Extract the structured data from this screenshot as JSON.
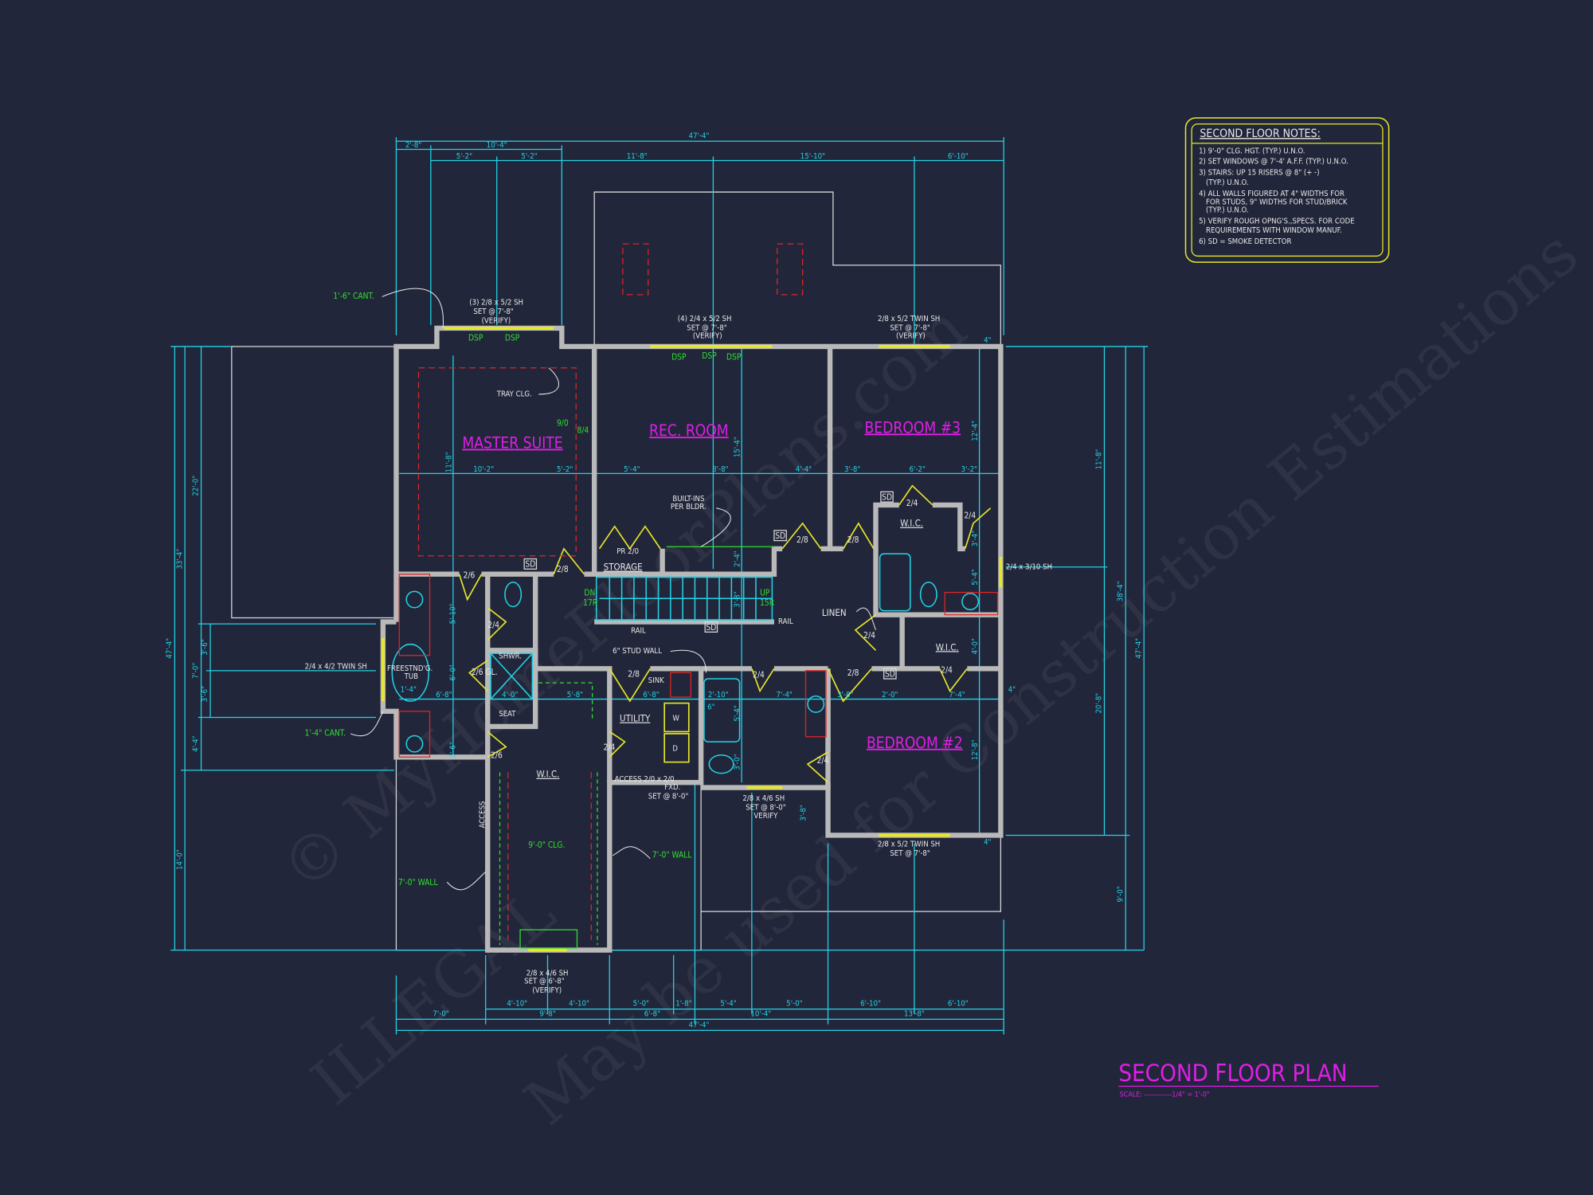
{
  "title": {
    "text": "SECOND FLOOR PLAN",
    "scale": "SCALE: ------------1/4\" = 1'-0\""
  },
  "notes": {
    "title": "SECOND FLOOR NOTES:",
    "lines": [
      "1) 9'-0\"  CLG. HGT. (TYP.) U.N.O.",
      "2) SET WINDOWS @ 7'-4' A.F.F. (TYP.) U.N.O.",
      "3) STAIRS: UP 15 RISERS @ 8\" (+ -)",
      "(TYP.) U.N.O.",
      "4) ALL WALLS FIGURED AT 4\" WIDTHS FOR",
      "FOR STUDS, 9\" WIDTHS FOR STUD/BRICK",
      "(TYP.) U.N.O.",
      "5) VERIFY ROUGH OPNG'S.,SPECS. FOR CODE",
      "REQUIREMENTS WITH WINDOW MANUF.",
      "6) SD = SMOKE DETECTOR"
    ]
  },
  "rooms": {
    "master_suite": "MASTER SUITE",
    "rec_room": "REC. ROOM",
    "bedroom3": "BEDROOM #3",
    "bedroom2": "BEDROOM #2",
    "wic": "W.I.C.",
    "utility": "UTILITY",
    "storage": "STORAGE",
    "linen": "LINEN"
  },
  "dims": {
    "top": [
      "47'-4\"",
      "2'-8\"",
      "10'-4\"",
      "5'-2\"",
      "5'-2\"",
      "11'-8\"",
      "15'-10\"",
      "6'-10\""
    ],
    "bottom": [
      "4'-10\"",
      "4'-10\"",
      "5'-0\"",
      "1'-8\"",
      "5'-4\"",
      "5'-0\"",
      "6'-10\"",
      "6'-10\"",
      "7'-0\"",
      "9'-8\"",
      "6'-8\"",
      "10'-4\"",
      "13'-8\"",
      "47'-4\""
    ],
    "left": [
      "47'-4\"",
      "33'-4\"",
      "14'-0\"",
      "22'-0\"",
      "7'-0\"",
      "4'-4\"",
      "3'-6\"",
      "3'-6\""
    ],
    "right": [
      "11'-8\"",
      "20'-8\"",
      "38'-4\"",
      "9'-0\"",
      "47'-4\""
    ],
    "interior": [
      "10'-2\"",
      "5'-2\"",
      "5'-4\"",
      "8'-8\"",
      "4'-4\"",
      "3'-8\"",
      "6'-2\"",
      "3'-2\"",
      "6'-8\"",
      "4'-0\"",
      "5'-8\"",
      "6'-8\"",
      "2'-10\"",
      "7'-4\"",
      "3'-8\"",
      "2'-0\"",
      "7'-4\"",
      "11'-8\"",
      "15'-4\"",
      "12'-4\"",
      "2'-4\"",
      "3'-4\"",
      "5'-4\"",
      "3'-8\"",
      "5'-10\"",
      "6'-0\"",
      "3'-6\"",
      "4'-0\"",
      "5'-4\"",
      "3'-0\"",
      "3'-8\"",
      "12'-8\"",
      "1'-4\"",
      "6\"",
      "4\"",
      "4\"",
      "4\""
    ]
  },
  "callouts": [
    "(3) 2/8 x 5/2 SH",
    "SET @ 7'-8\"",
    "(VERIFY)",
    "(4) 2/4 x 5/2 SH",
    "SET @ 7'-8\"",
    "(VERIFY)",
    "2/8 x 5/2 TWIN SH",
    "SET @ 7'-8\"",
    "(VERIFY)",
    "TRAY CLG.",
    "BUILT-INS",
    "PER BLDR.",
    "PR 2/0",
    "RAIL",
    "RAIL",
    "6\" STUD WALL",
    "SINK",
    "SHWR.",
    "SEAT",
    "FREESTND'G.",
    "TUB",
    "2/4 x 4/2 TWIN SH",
    "ACCESS  2/0 x 2/0",
    "FXD.",
    "SET @ 8'-0\"",
    "2/8 x 4/6 SH",
    "SET @ 8'-0\"",
    "VERIFY",
    "2/8 x 5/2 TWIN SH",
    "SET @ 7'-8\"",
    "ACCESS",
    "2/8 x 4/6 SH",
    "SET @ 6'-8\"",
    "(VERIFY)",
    "2/4 x 3/10 SH",
    "W",
    "D"
  ],
  "green": {
    "cant_top": "1'-6\" CANT.",
    "cant_bottom": "1'-4\" CANT.",
    "clg": "9'-0\" CLG.",
    "wall_right": "7'-0\" WALL",
    "wall_left": "7'-0\" WALL",
    "dsp": "DSP",
    "dn": "DN",
    "dn_risers": "17R",
    "up": "UP",
    "up_risers": "15R",
    "arch_a": "9/0",
    "arch_b": "8/4"
  },
  "doors": [
    "2/6",
    "2/8",
    "2/4",
    "2/6 GL.",
    "2/6",
    "2/8",
    "2/4",
    "2/4",
    "2/8",
    "2/4",
    "2/4",
    "2/4",
    "2/4",
    "2/4",
    "2/8",
    "2/8"
  ],
  "smoke_detector": "SD",
  "watermark": [
    "© MyHomeFloorPlans.com",
    "ILLEGAL",
    "May be used for Construction Estimations"
  ],
  "colors": {
    "background": "#22263a",
    "dimension": "#22d3e6",
    "room_label": "#e01ee8",
    "note": "#2ee02e",
    "window": "#e6e62a",
    "wall": "#b9b9b9",
    "notes_border": "#e6e62a"
  }
}
